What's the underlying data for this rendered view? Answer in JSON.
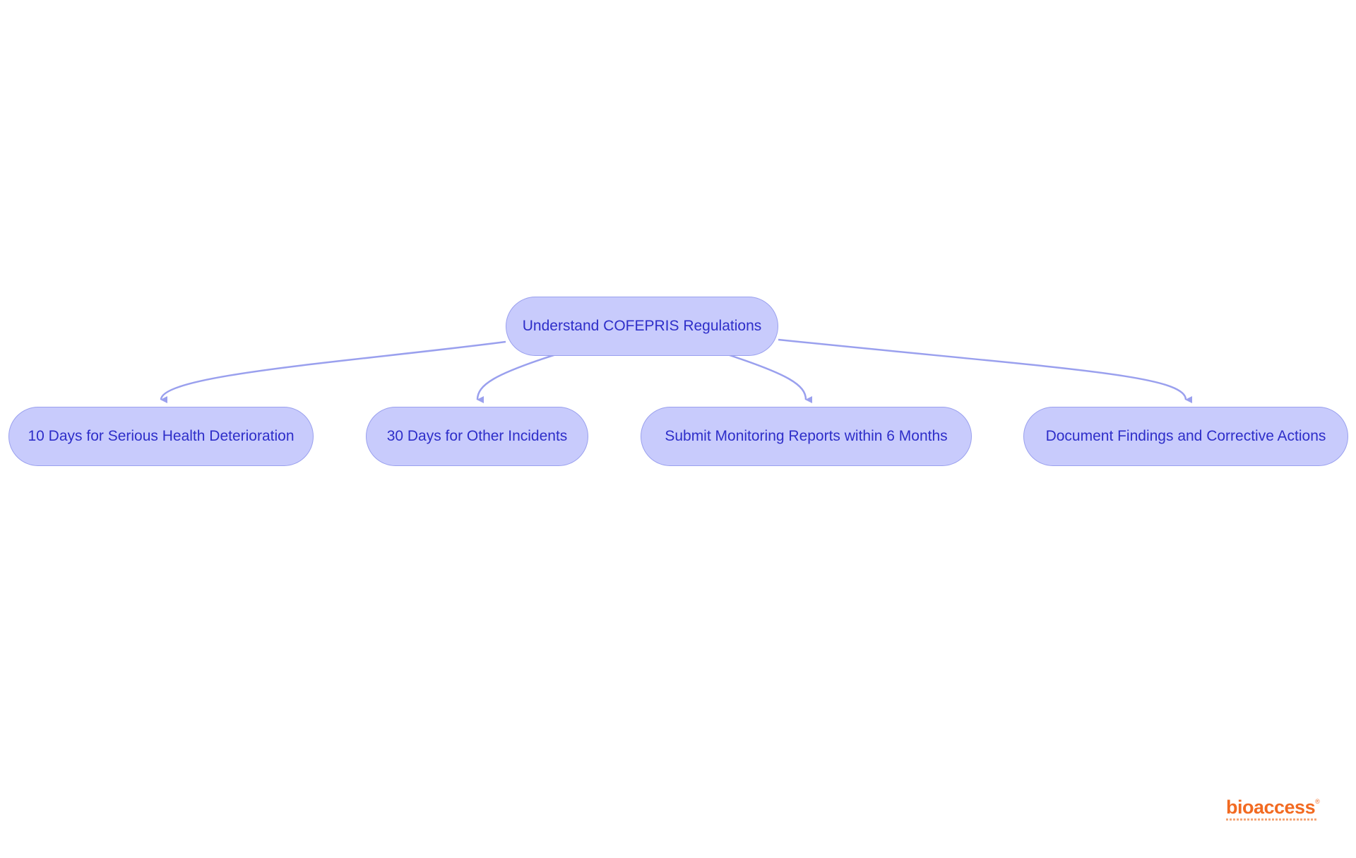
{
  "diagram": {
    "root": {
      "label": "Understand COFEPRIS Regulations"
    },
    "children": [
      {
        "label": "10 Days for Serious Health Deterioration"
      },
      {
        "label": "30 Days for Other Incidents"
      },
      {
        "label": "Submit Monitoring Reports within 6 Months"
      },
      {
        "label": "Document Findings and Corrective Actions"
      }
    ],
    "colors": {
      "node_fill": "#c8cbfc",
      "node_border": "#9aa0ee",
      "node_text": "#2e2ec9",
      "edge": "#9aa0ee"
    }
  },
  "logo": {
    "text": "bioaccess",
    "mark": "®",
    "color": "#f26a21"
  }
}
